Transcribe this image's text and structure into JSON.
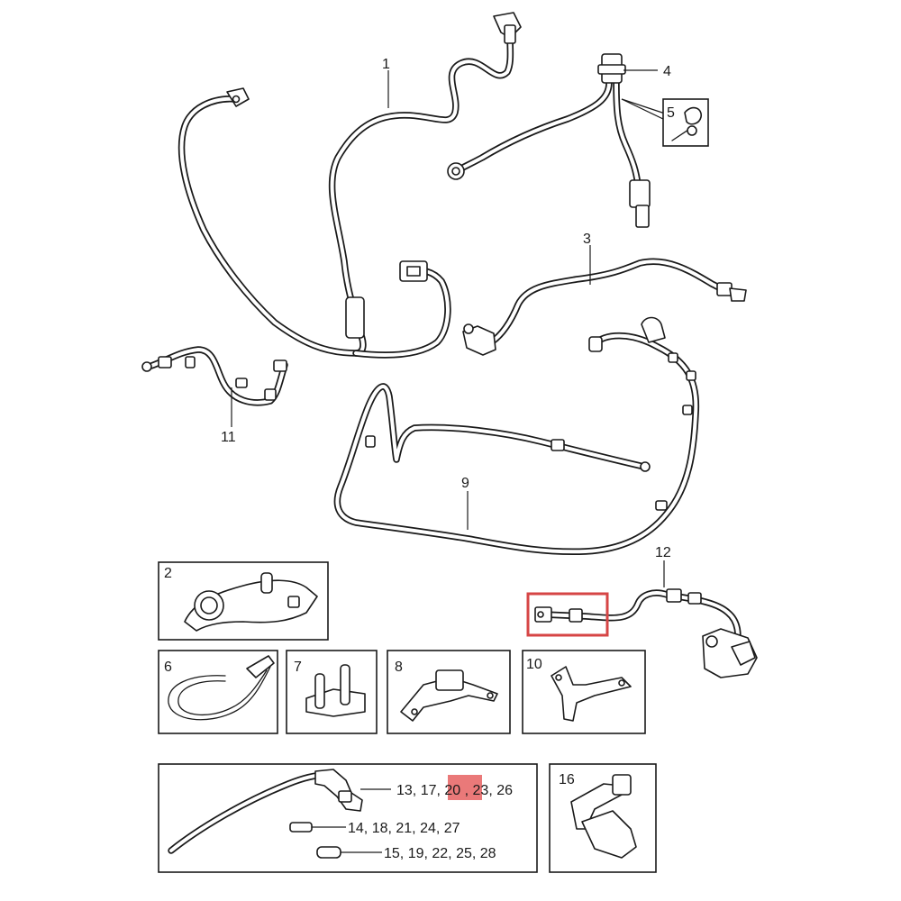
{
  "callouts": [
    {
      "id": "c1",
      "text": "1"
    },
    {
      "id": "c2",
      "text": "2"
    },
    {
      "id": "c3",
      "text": "3"
    },
    {
      "id": "c4",
      "text": "4"
    },
    {
      "id": "c5",
      "text": "5"
    },
    {
      "id": "c6",
      "text": "6"
    },
    {
      "id": "c7",
      "text": "7"
    },
    {
      "id": "c8",
      "text": "8"
    },
    {
      "id": "c9",
      "text": "9"
    },
    {
      "id": "c10",
      "text": "10"
    },
    {
      "id": "c11",
      "text": "11"
    },
    {
      "id": "c12",
      "text": "12"
    },
    {
      "id": "c16",
      "text": "16"
    }
  ],
  "kit_labels": {
    "row1_prefix": "13, 17,",
    "row1_highlight": "20",
    "row1_suffix": ", 23, 26",
    "row2": "14, 18, 21, 24, 27",
    "row3": "15, 19, 22, 25, 28"
  },
  "highlight_color": "#d64545"
}
